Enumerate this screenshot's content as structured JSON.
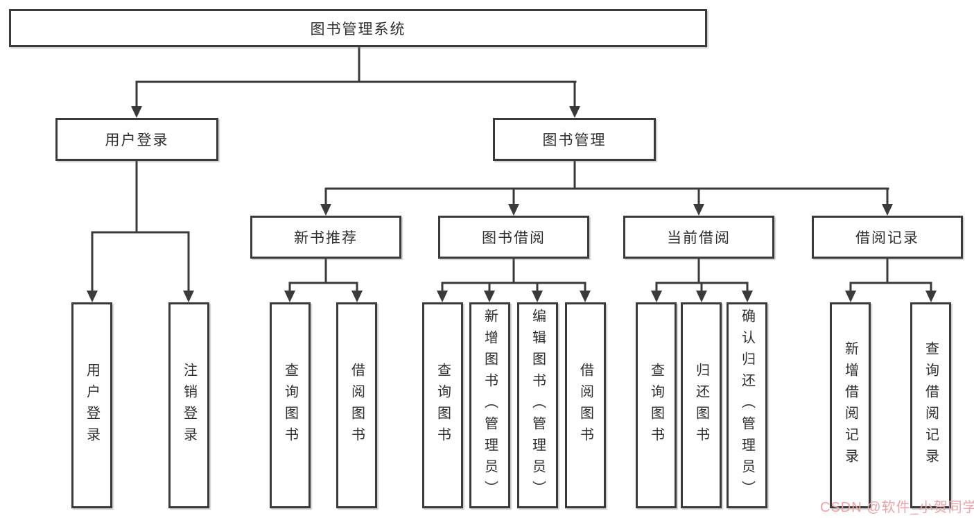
{
  "diagram": {
    "root": {
      "label": "图书管理系统"
    },
    "branches": [
      {
        "label": "用户登录",
        "children": [
          {
            "label": "用户登录"
          },
          {
            "label": "注销登录"
          }
        ]
      },
      {
        "label": "图书管理",
        "sections": [
          {
            "label": "新书推荐",
            "children": [
              {
                "label": "查询图书"
              },
              {
                "label": "借阅图书"
              }
            ]
          },
          {
            "label": "图书借阅",
            "children": [
              {
                "label": "查询图书"
              },
              {
                "label": "新增图书（管理员）"
              },
              {
                "label": "编辑图书（管理员）"
              },
              {
                "label": "借阅图书"
              }
            ]
          },
          {
            "label": "当前借阅",
            "children": [
              {
                "label": "查询图书"
              },
              {
                "label": "归还图书"
              },
              {
                "label": "确认归还（管理员）"
              }
            ]
          },
          {
            "label": "借阅记录",
            "children": [
              {
                "label": "新增借阅记录"
              },
              {
                "label": "查询借阅记录"
              }
            ]
          }
        ]
      }
    ]
  },
  "watermark": {
    "text": "CSDN @软件_小贺同学",
    "color": "#eba2a8"
  },
  "colors": {
    "line": "#3a3a3a",
    "border": "#3a3a3a",
    "text": "#2f2f2f",
    "background": "#ffffff"
  }
}
